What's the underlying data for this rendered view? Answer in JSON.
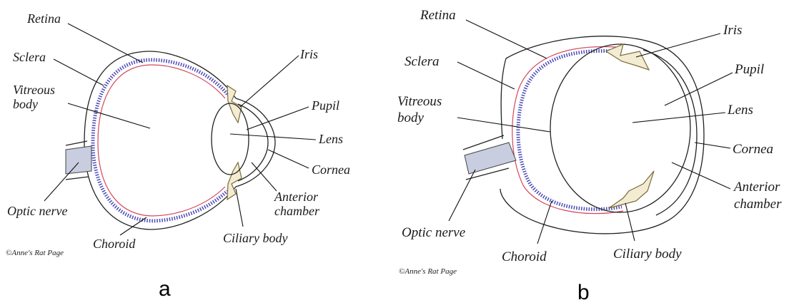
{
  "panel_a": {
    "letter": "a",
    "credit": "©Anne's Rat Page",
    "labels": {
      "retina": "Retina",
      "sclera": "Sclera",
      "vitreous_1": "Vitreous",
      "vitreous_2": "body",
      "iris": "Iris",
      "pupil": "Pupil",
      "lens": "Lens",
      "cornea": "Cornea",
      "anterior_1": "Anterior",
      "anterior_2": "chamber",
      "optic_nerve": "Optic nerve",
      "choroid": "Choroid",
      "ciliary_body": "Ciliary body"
    }
  },
  "panel_b": {
    "letter": "b",
    "credit": "©Anne's Rat Page",
    "labels": {
      "retina": "Retina",
      "sclera": "Sclera",
      "vitreous_1": "Vitreous",
      "vitreous_2": "body",
      "iris": "Iris",
      "pupil": "Pupil",
      "lens": "Lens",
      "cornea": "Cornea",
      "anterior_1": "Anterior",
      "anterior_2": "chamber",
      "optic_nerve": "Optic nerve",
      "choroid": "Choroid",
      "ciliary_body": "Ciliary body"
    }
  }
}
